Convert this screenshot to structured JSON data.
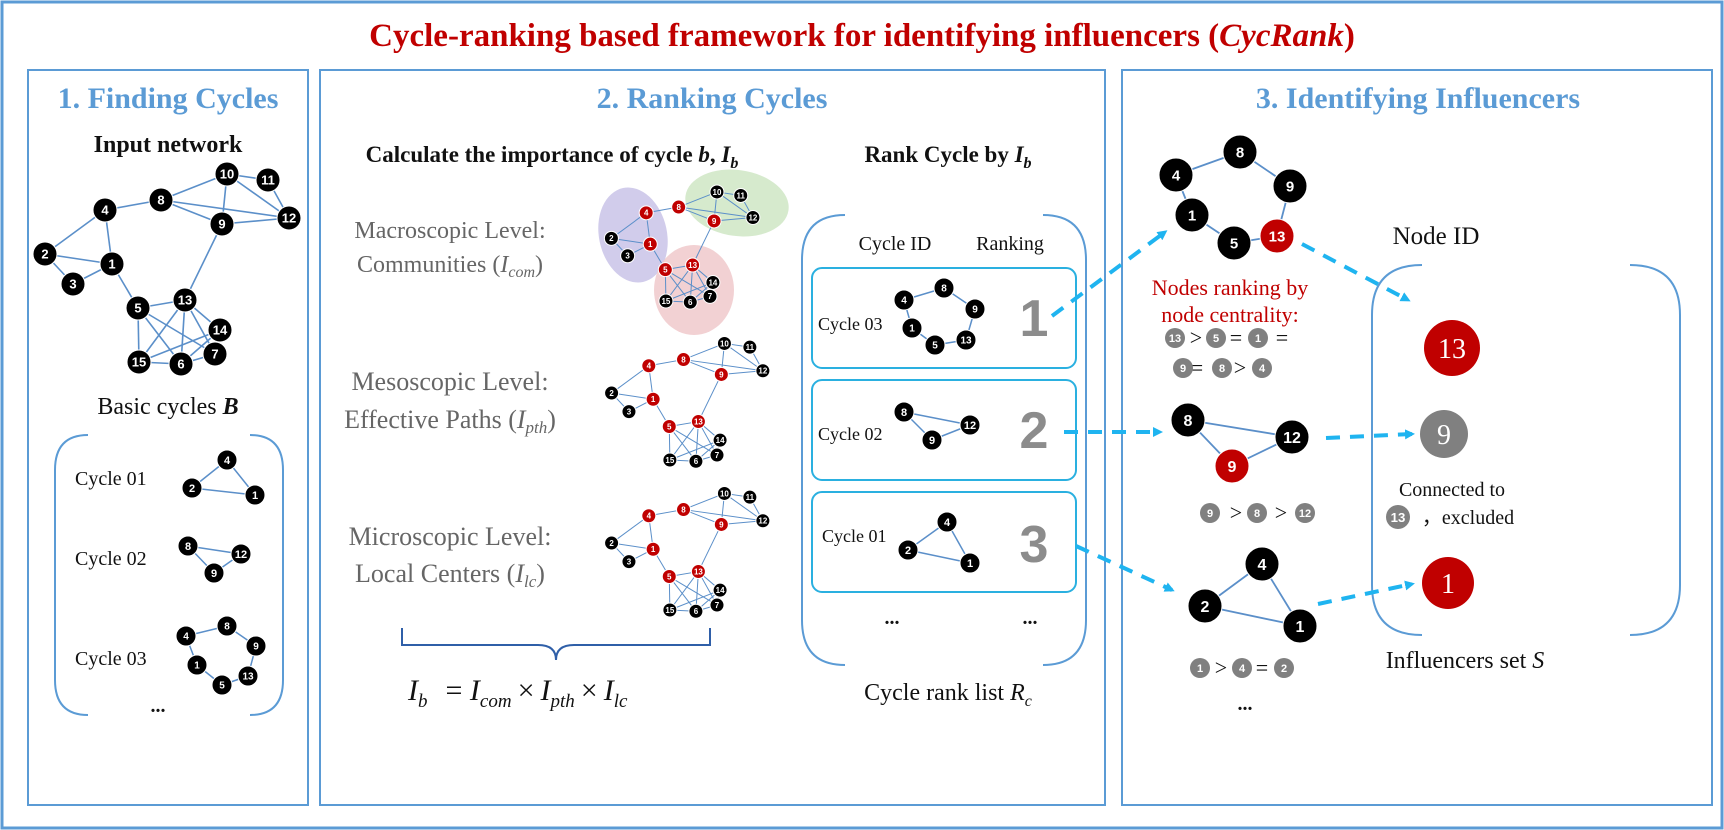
{
  "title": {
    "main": "Cycle-ranking based framework for identifying influencers (",
    "italic": "CycRank",
    "close": ")"
  },
  "panels": {
    "p1": {
      "title": "1. Finding Cycles",
      "input_label": "Input network",
      "basic_label": "Basic cycles ",
      "basic_symbol": "B",
      "cycles": [
        "Cycle 01",
        "Cycle 02",
        "Cycle 03"
      ],
      "ellipsis": "..."
    },
    "p2": {
      "title": "2. Ranking Cycles",
      "calc_label": "Calculate the importance of cycle ",
      "calc_b": "b",
      "calc_I": "I",
      "calc_sub": "b",
      "levels": [
        {
          "line1": "Macroscopic Level:",
          "line2": "Communities (",
          "sym": "I",
          "sub": "com",
          "close": ")"
        },
        {
          "line1": "Mesoscopic Level:",
          "line2": "Effective Paths (",
          "sym": "I",
          "sub": "pth",
          "close": ")"
        },
        {
          "line1": "Microscopic Level:",
          "line2": "Local Centers (",
          "sym": "I",
          "sub": "lc",
          "close": ")"
        }
      ],
      "formula": {
        "I": "I",
        "b": "b",
        "eq": "= ",
        "com": "com",
        "pth": "pth",
        "lc": "lc",
        "times": "×"
      },
      "rank_title": "Rank Cycle by ",
      "rank_I": "I",
      "rank_sub": "b",
      "col_cycle": "Cycle ID",
      "col_rank": "Ranking",
      "rows": [
        {
          "cycle": "Cycle 03",
          "rank": "1"
        },
        {
          "cycle": "Cycle 02",
          "rank": "2"
        },
        {
          "cycle": "Cycle 01",
          "rank": "3"
        }
      ],
      "ellipsis": "...",
      "rank_list": "Cycle rank list ",
      "rank_list_R": "R",
      "rank_list_sub": "c"
    },
    "p3": {
      "title": "3. Identifying Influencers",
      "red_text_1": "Nodes ranking by",
      "red_text_2": "node centrality:",
      "gt": ">",
      "eq": "=",
      "node_id_label": "Node ID",
      "connected_1": "Connected to",
      "connected_2": "，excluded",
      "influencer_label": "Influencers set ",
      "influencer_S": "S",
      "ellipsis": "...",
      "influencers": [
        "13",
        "9",
        "1"
      ]
    }
  },
  "colors": {
    "accent_blue": "#5b9bd5",
    "title_red": "#c00000",
    "node_black": "#000000",
    "node_red": "#c00000",
    "node_grey": "#808080",
    "edge_blue": "#5b8fc9",
    "arrow_cyan": "#1fb4f0",
    "box_cyan": "#2ab0e0",
    "community_purple": "#c9c3e8",
    "community_green": "#cfe6c4",
    "community_pink": "#f0c9cb"
  },
  "icons": {
    "node": "circle-node",
    "arrow": "dashed-arrow"
  }
}
